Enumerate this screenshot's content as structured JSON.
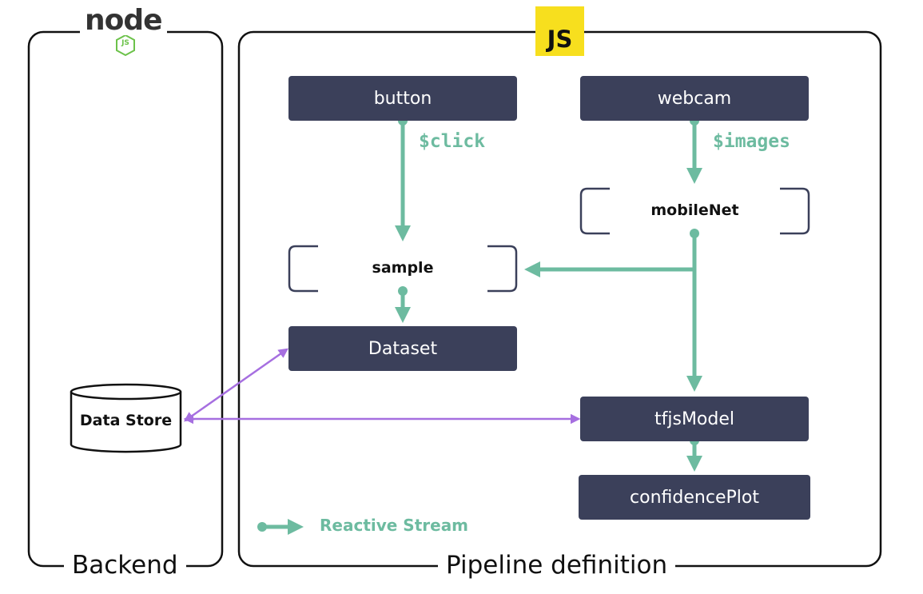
{
  "groups": {
    "backend_title": "Backend",
    "pipeline_title": "Pipeline definition"
  },
  "logos": {
    "node": {
      "text": "node",
      "badge": "JS",
      "color": "#6cc24a"
    },
    "js": {
      "text": "JS",
      "color": "#f7df1e"
    }
  },
  "nodes": {
    "button": "button",
    "webcam": "webcam",
    "dataset": "Dataset",
    "tfjs_model": "tfjsModel",
    "confidence_plot": "confidencePlot"
  },
  "operators": {
    "mobilenet": "mobileNet",
    "sample": "sample"
  },
  "streams": {
    "click": "$click",
    "images": "$images"
  },
  "store": {
    "label": "Data Store"
  },
  "legend": {
    "reactive_stream": "Reactive Stream"
  },
  "colors": {
    "node_fill": "#3b405a",
    "stream": "#6dbba0",
    "storage_link": "#a66fe0",
    "bracket": "#3b405a",
    "frame": "#111111"
  }
}
